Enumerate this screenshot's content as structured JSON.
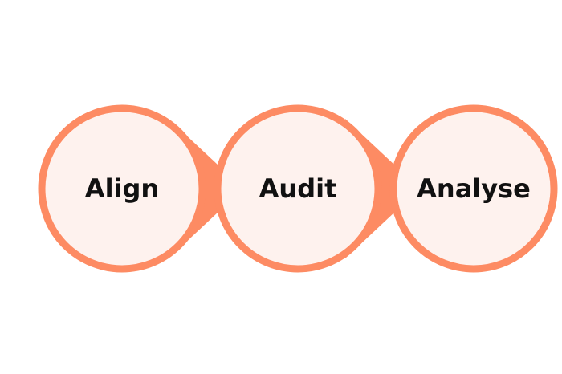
{
  "diagram": {
    "type": "process-flow",
    "colors": {
      "ring": "#FD8B63",
      "fill": "#FEF2EE",
      "arrow": "#FD8B63",
      "text": "#111111"
    },
    "steps": [
      {
        "label": "Align"
      },
      {
        "label": "Audit"
      },
      {
        "label": "Analyse"
      }
    ]
  }
}
